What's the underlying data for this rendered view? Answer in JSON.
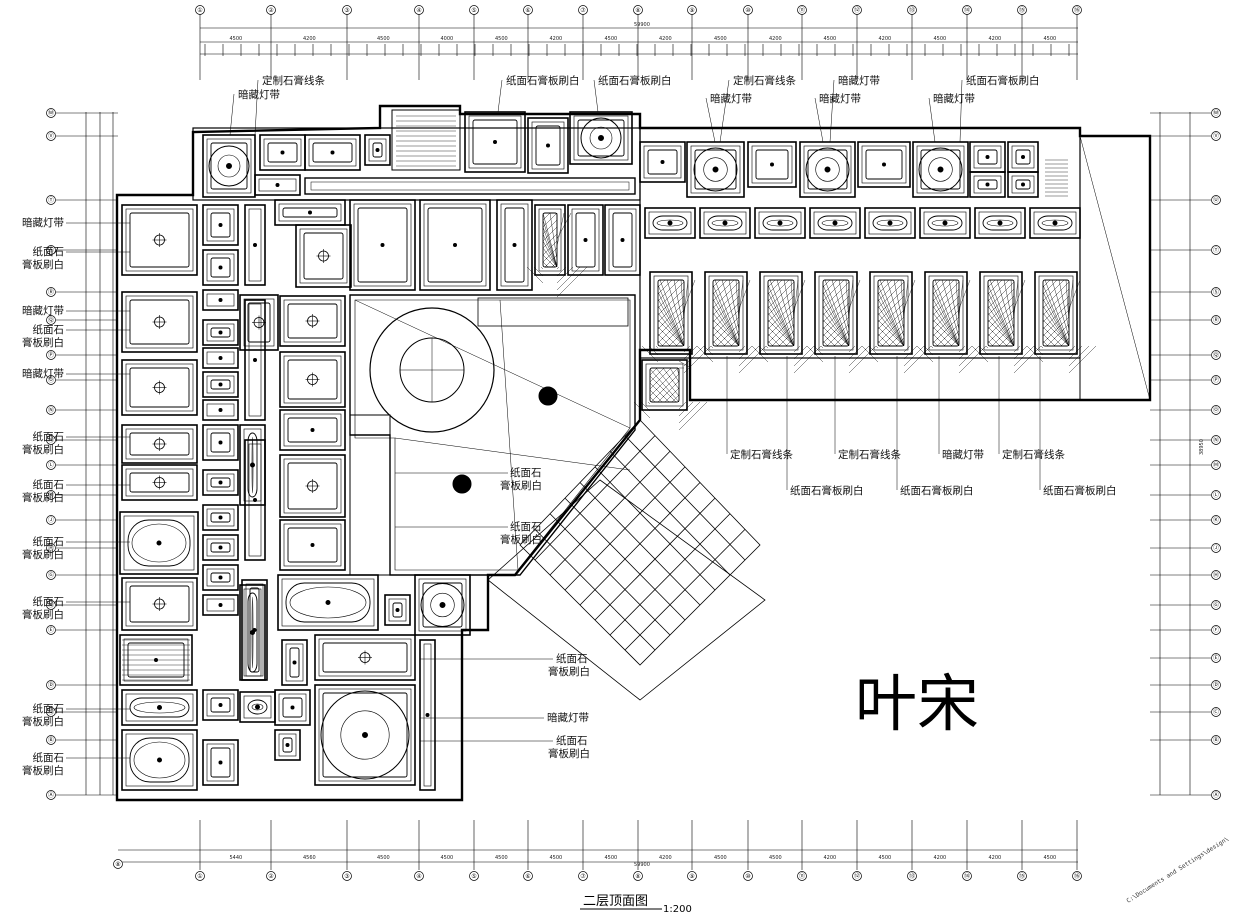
{
  "drawing": {
    "title": "二层顶面图",
    "scale": "1:200",
    "file_path_note": "C:\\Documents and Settings\\design\\",
    "signature": "叶宋"
  },
  "grid": {
    "top_numbers": [
      "①",
      "②",
      "③",
      "④",
      "⑤",
      "⑥",
      "⑦",
      "⑧",
      "⑨",
      "⑩",
      "⑪",
      "⑫",
      "⑬",
      "⑭",
      "⑮",
      "⑯"
    ],
    "bottom_numbers": [
      "①",
      "②",
      "③",
      "④",
      "⑤",
      "⑥",
      "⑦",
      "⑧",
      "⑨",
      "⑩",
      "⑪",
      "⑫",
      "⑬",
      "⑭",
      "⑮",
      "⑯"
    ],
    "bottom_left_marker": "⑧",
    "left_letters": [
      "Ⓦ",
      "Ⓥ",
      "Ⓣ",
      "Ⓢ",
      "Ⓡ",
      "Ⓠ",
      "Ⓟ",
      "Ⓞ",
      "Ⓝ",
      "Ⓜ",
      "Ⓛ",
      "Ⓚ",
      "Ⓙ",
      "Ⓗ",
      "Ⓖ",
      "Ⓕ",
      "Ⓔ",
      "Ⓓ",
      "Ⓒ",
      "Ⓑ",
      "Ⓐ"
    ],
    "right_letters": [
      "Ⓦ",
      "Ⓥ",
      "Ⓤ",
      "Ⓣ",
      "Ⓢ",
      "Ⓡ",
      "Ⓠ",
      "Ⓟ",
      "Ⓞ",
      "Ⓝ",
      "Ⓜ",
      "Ⓛ",
      "Ⓚ",
      "Ⓙ",
      "Ⓗ",
      "Ⓖ",
      "Ⓕ",
      "Ⓔ",
      "Ⓓ",
      "Ⓒ",
      "Ⓑ",
      "Ⓐ"
    ],
    "top_total_dim": "59900",
    "bottom_total_dim": "59900",
    "right_total_dim": "38950",
    "top_segment_dims": [
      "4500",
      "4200",
      "4500",
      "4000",
      "4500",
      "4200",
      "4500",
      "4200",
      "4500",
      "4200",
      "4500",
      "4200",
      "4500",
      "4200",
      "4500"
    ],
    "bottom_segment_dims": [
      "5440",
      "4560",
      "4500",
      "4500",
      "4500",
      "4500",
      "4500",
      "4200",
      "4500",
      "4500",
      "4200",
      "4500",
      "4200",
      "4200",
      "4500"
    ]
  },
  "annotations": {
    "top": [
      "定制石膏线条",
      "暗藏灯带",
      "纸面石膏板刷白",
      "纸面石膏板刷白",
      "定制石膏线条",
      "暗藏灯带",
      "纸面石膏板刷白",
      "暗藏灯带",
      "暗藏灯带",
      "暗藏灯带"
    ],
    "left": [
      [
        "暗藏灯带"
      ],
      [
        "纸面石",
        "膏板刷白"
      ],
      [
        "暗藏灯带"
      ],
      [
        "纸面石",
        "膏板刷白"
      ],
      [
        "暗藏灯带"
      ],
      [
        "纸面石",
        "膏板刷白"
      ],
      [
        "纸面石",
        "膏板刷白"
      ],
      [
        "纸面石",
        "膏板刷白"
      ],
      [
        "纸面石",
        "膏板刷白"
      ],
      [
        "纸面石",
        "膏板刷白"
      ],
      [
        "纸面石",
        "膏板刷白"
      ],
      [
        "纸面石",
        "膏板刷白"
      ]
    ],
    "right_row1": [
      "定制石膏线条",
      "定制石膏线条",
      "暗藏灯带",
      "定制石膏线条"
    ],
    "right_row2": [
      "纸面石膏板刷白",
      "纸面石膏板刷白",
      "纸面石膏板刷白"
    ],
    "center": [
      [
        "纸面石",
        "膏板刷白"
      ],
      [
        "纸面石",
        "膏板刷白"
      ]
    ],
    "lower": [
      [
        "纸面石",
        "膏板刷白"
      ],
      [
        "暗藏灯带"
      ],
      [
        "纸面石",
        "膏板刷白"
      ]
    ]
  }
}
